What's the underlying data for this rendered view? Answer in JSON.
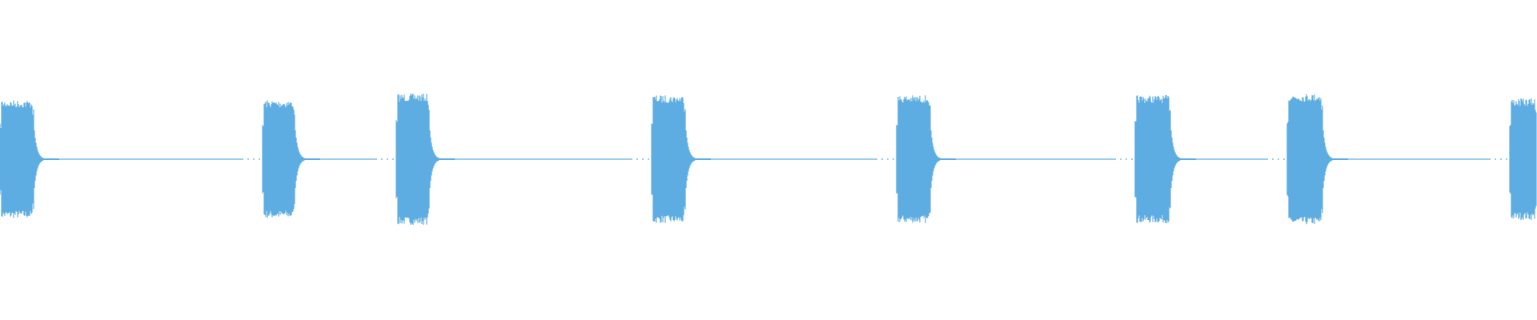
{
  "chart_data": {
    "type": "area",
    "title": "",
    "xlabel": "",
    "ylabel": "",
    "grid": false,
    "legend": "none",
    "burst_count": 8,
    "series": [
      {
        "color": "#5dade2"
      }
    ]
  }
}
